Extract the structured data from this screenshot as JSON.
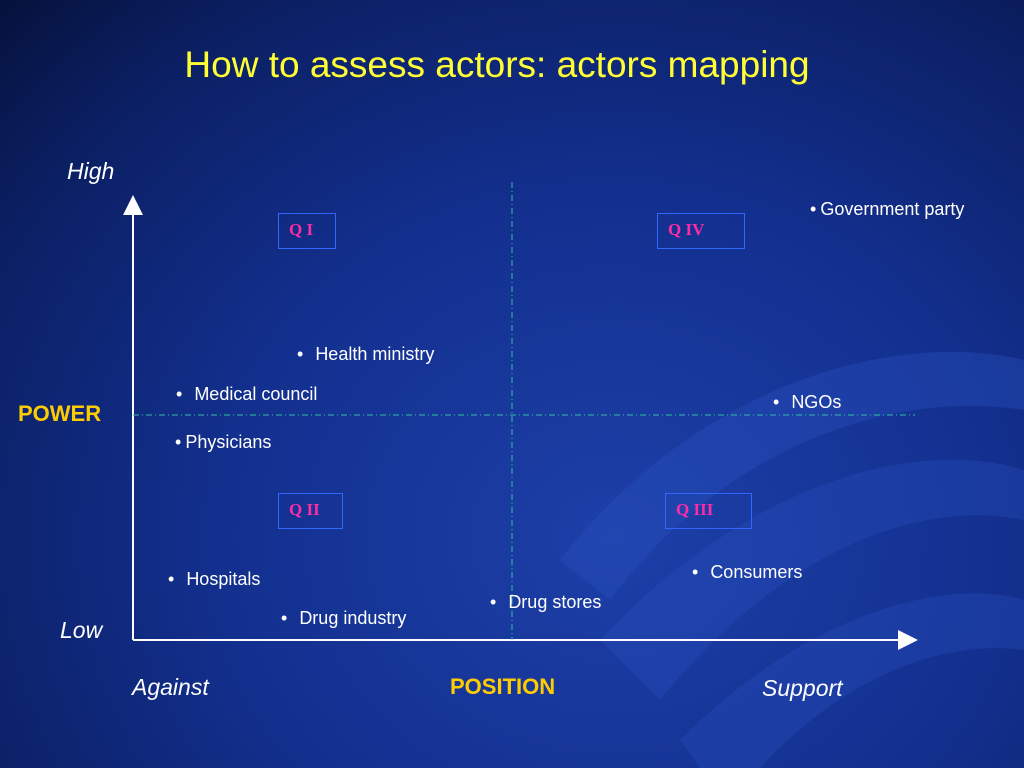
{
  "title": "How to assess actors: actors mapping",
  "axes": {
    "y_high": "High",
    "y_low": "Low",
    "y_title": "POWER",
    "x_left": "Against",
    "x_right": "Support",
    "x_title": "POSITION"
  },
  "quadrants": [
    {
      "id": "q1",
      "label": "Q I"
    },
    {
      "id": "q4",
      "label": "Q IV"
    },
    {
      "id": "q2",
      "label": "Q II"
    },
    {
      "id": "q3",
      "label": "Q III"
    }
  ],
  "bullet": "•",
  "actors": [
    {
      "id": "government-party",
      "label": "Government party"
    },
    {
      "id": "health-ministry",
      "label": "Health ministry"
    },
    {
      "id": "medical-council",
      "label": "Medical council"
    },
    {
      "id": "ngos",
      "label": "NGOs"
    },
    {
      "id": "physicians",
      "label": "Physicians"
    },
    {
      "id": "consumers",
      "label": "Consumers"
    },
    {
      "id": "hospitals",
      "label": "Hospitals"
    },
    {
      "id": "drug-stores",
      "label": "Drug stores"
    },
    {
      "id": "drug-industry",
      "label": "Drug industry"
    }
  ],
  "colors": {
    "title": "#ffff33",
    "axis_title": "#ffcc00",
    "quadrant_label": "#ff2aa8",
    "quadrant_border": "#3366ff",
    "divider": "#2fbf9f"
  }
}
